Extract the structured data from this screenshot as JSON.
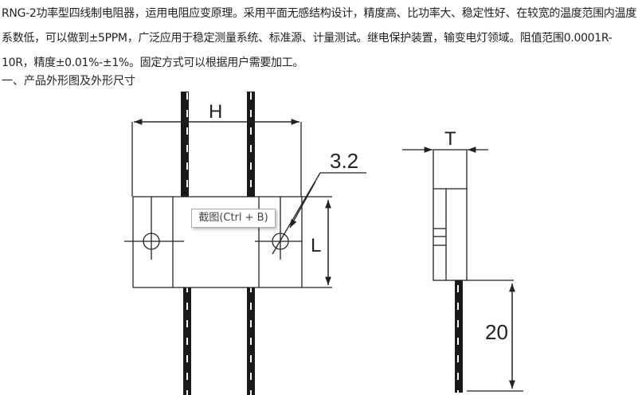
{
  "paragraph": "RNG-2功率型四线制电阻器，运用电阻应变原理。采用平面无感结构设计，精度高、比功率大、稳定性好、在较宽的温度范围内温度系数低，可以做到±5PPM，广泛应用于稳定测量系统、标准源、计量测试。继电保护装置，输变电灯领域。阻值范围0.0001R-10R，精度±0.01%-±1%。固定方式可以根据用户需要加工。",
  "section_heading": "一、产品外形图及外形尺寸",
  "drawing": {
    "label_h": "H",
    "label_l": "L",
    "label_hole": "3.2",
    "label_t": "T",
    "label_lead": "20"
  },
  "tooltip": "截图(Ctrl + B)"
}
